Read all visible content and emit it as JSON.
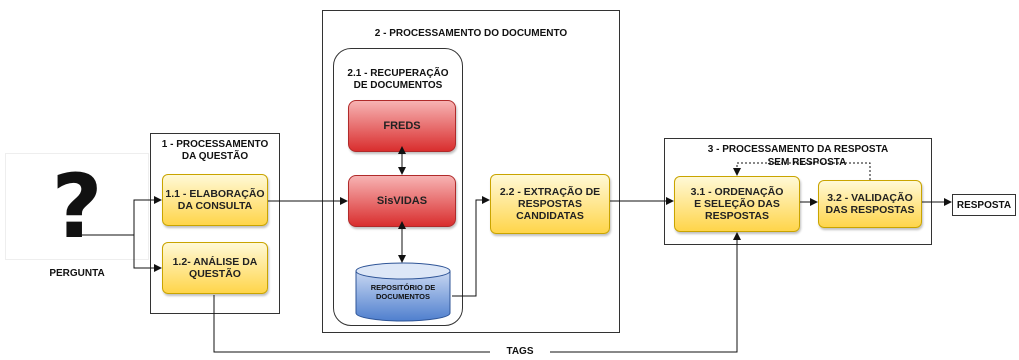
{
  "diagram": {
    "question_label": "PERGUNTA",
    "stage1": {
      "title": "1 - PROCESSAMENTO\nDA QUESTÃO",
      "step_1_1": "1.1 - ELABORAÇÃO\nDA CONSULTA",
      "step_1_2": "1.2- ANÁLISE DA\nQUESTÃO"
    },
    "stage2": {
      "title": "2 - PROCESSAMENTO DO DOCUMENTO",
      "substage_2_1": {
        "title": "2.1 - RECUPERAÇÃO\nDE DOCUMENTOS",
        "freds": "FREDS",
        "sisvidas": "SisVIDAS",
        "repository": "REPOSITÓRIO DE\nDOCUMENTOS"
      },
      "step_2_2": "2.2 - EXTRAÇÃO DE\nRESPOSTAS\nCANDIDATAS"
    },
    "stage3": {
      "title": "3 - PROCESSAMENTO DA RESPOSTA",
      "step_3_1": "3.1 - ORDENAÇÃO\nE SELEÇÃO DAS\nRESPOSTAS",
      "step_3_2": "3.2 - VALIDAÇÃO\nDAS RESPOSTAS",
      "loop_label": "SEM RESPOSTA"
    },
    "output_label": "RESPOSTA",
    "tags_label": "TAGS"
  }
}
